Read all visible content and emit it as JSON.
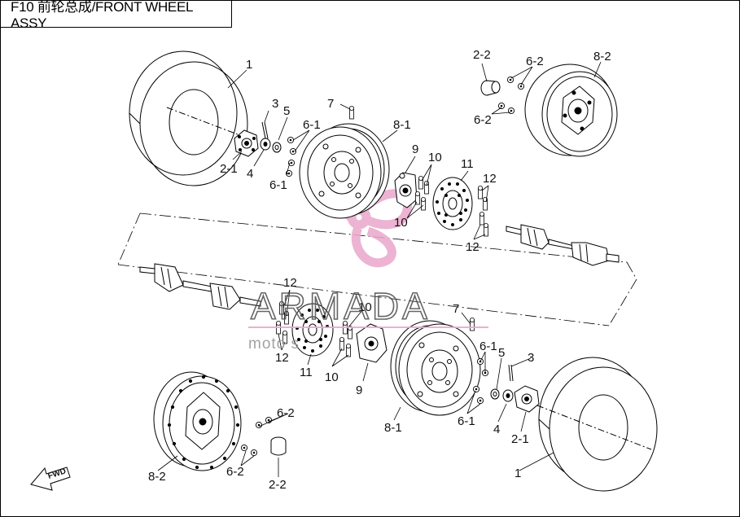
{
  "header": {
    "title": "F10 前轮总成/FRONT WHEEL ASSY"
  },
  "watermark": {
    "brand": "ARMADA",
    "sub": "moto    s",
    "pink": "#e9a8cb"
  },
  "fwd_tag": "FWD",
  "callouts": {
    "c1_top": "1",
    "c1_bot": "1",
    "c21_top": "2-1",
    "c21_bot": "2-1",
    "c22_top": "2-2",
    "c22_bot": "2-2",
    "c3_top": "3",
    "c3_bot": "3",
    "c4_top": "4",
    "c4_bot": "4",
    "c5_top": "5",
    "c5_bot": "5",
    "c61_a": "6-1",
    "c61_b": "6-1",
    "c61_c": "6-1",
    "c61_d": "6-1",
    "c62_a": "6-2",
    "c62_b": "6-2",
    "c62_c": "6-2",
    "c62_d": "6-2",
    "c7_top": "7",
    "c7_bot": "7",
    "c81_top": "8-1",
    "c81_bot": "8-1",
    "c82_top": "8-2",
    "c82_bot": "8-2",
    "c9_top": "9",
    "c9_bot": "9",
    "c10_a": "10",
    "c10_b": "10",
    "c10_c": "10",
    "c10_d": "10",
    "c11_top": "11",
    "c11_bot": "11",
    "c12_a": "12",
    "c12_b": "12",
    "c12_c": "12",
    "c12_d": "12"
  }
}
